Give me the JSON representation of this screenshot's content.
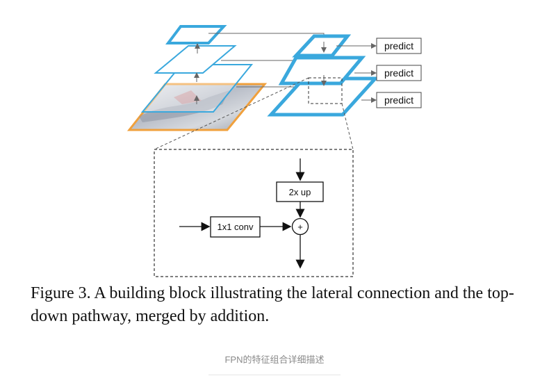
{
  "figure": {
    "predict_labels": [
      "predict",
      "predict",
      "predict"
    ],
    "upsample_label": "2x up",
    "conv_label": "1x1 conv",
    "plus_symbol": "+",
    "colors": {
      "pyramid_blue": "#3aa8dd",
      "image_orange": "#f0a03c",
      "line_gray": "#666666"
    }
  },
  "caption": {
    "text": "Figure 3. A building block illustrating the lateral connection and the top-down pathway, merged by addition."
  },
  "subcaption": {
    "text": "FPN的特征组合详细描述"
  }
}
